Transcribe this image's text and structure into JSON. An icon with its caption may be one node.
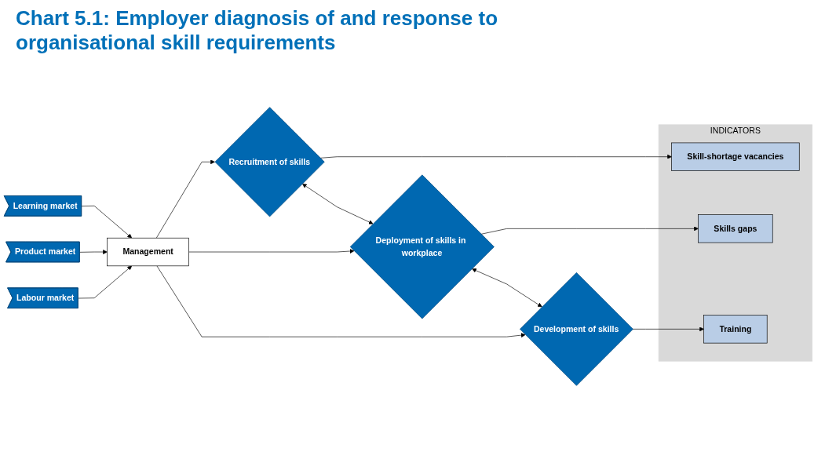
{
  "diagram": {
    "title": "Chart 5.1: Employer diagnosis of and response to organisational skill requirements",
    "nodes": [
      {
        "text": [
          "Labour market"
        ]
      },
      {
        "text": [
          "Product market"
        ]
      },
      {
        "text": [
          "Learning market"
        ]
      },
      {
        "text": [
          "Management"
        ]
      },
      {
        "text": [
          "Recruitment of skills"
        ]
      },
      {
        "text": [
          "Deployment of skills in workplace"
        ]
      },
      {
        "text": [
          "Development of skills"
        ]
      },
      {
        "text": [
          "INDICATORS"
        ]
      },
      {
        "text": [
          "Skill-shortage vacancies"
        ],
        "in": 7
      },
      {
        "text": [
          "Skills gaps"
        ],
        "in": 7
      },
      {
        "text": [
          "Training"
        ],
        "in": 7
      }
    ],
    "edges": [
      {
        "from": 0,
        "to": 3,
        "arrow": "to"
      },
      {
        "from": 1,
        "to": 3,
        "arrow": "to"
      },
      {
        "from": 2,
        "to": 3,
        "arrow": "to"
      },
      {
        "from": 3,
        "to": 4,
        "arrow": "to"
      },
      {
        "from": 3,
        "to": 5,
        "arrow": "to"
      },
      {
        "from": 3,
        "to": 6,
        "arrow": "to"
      },
      {
        "from": 4,
        "to": 5,
        "arrow": "both"
      },
      {
        "from": 5,
        "to": 6,
        "arrow": "both"
      },
      {
        "from": 4,
        "to": 8,
        "arrow": "to"
      },
      {
        "from": 5,
        "to": 9,
        "arrow": "to"
      },
      {
        "from": 6,
        "to": 10,
        "arrow": "to"
      }
    ]
  }
}
